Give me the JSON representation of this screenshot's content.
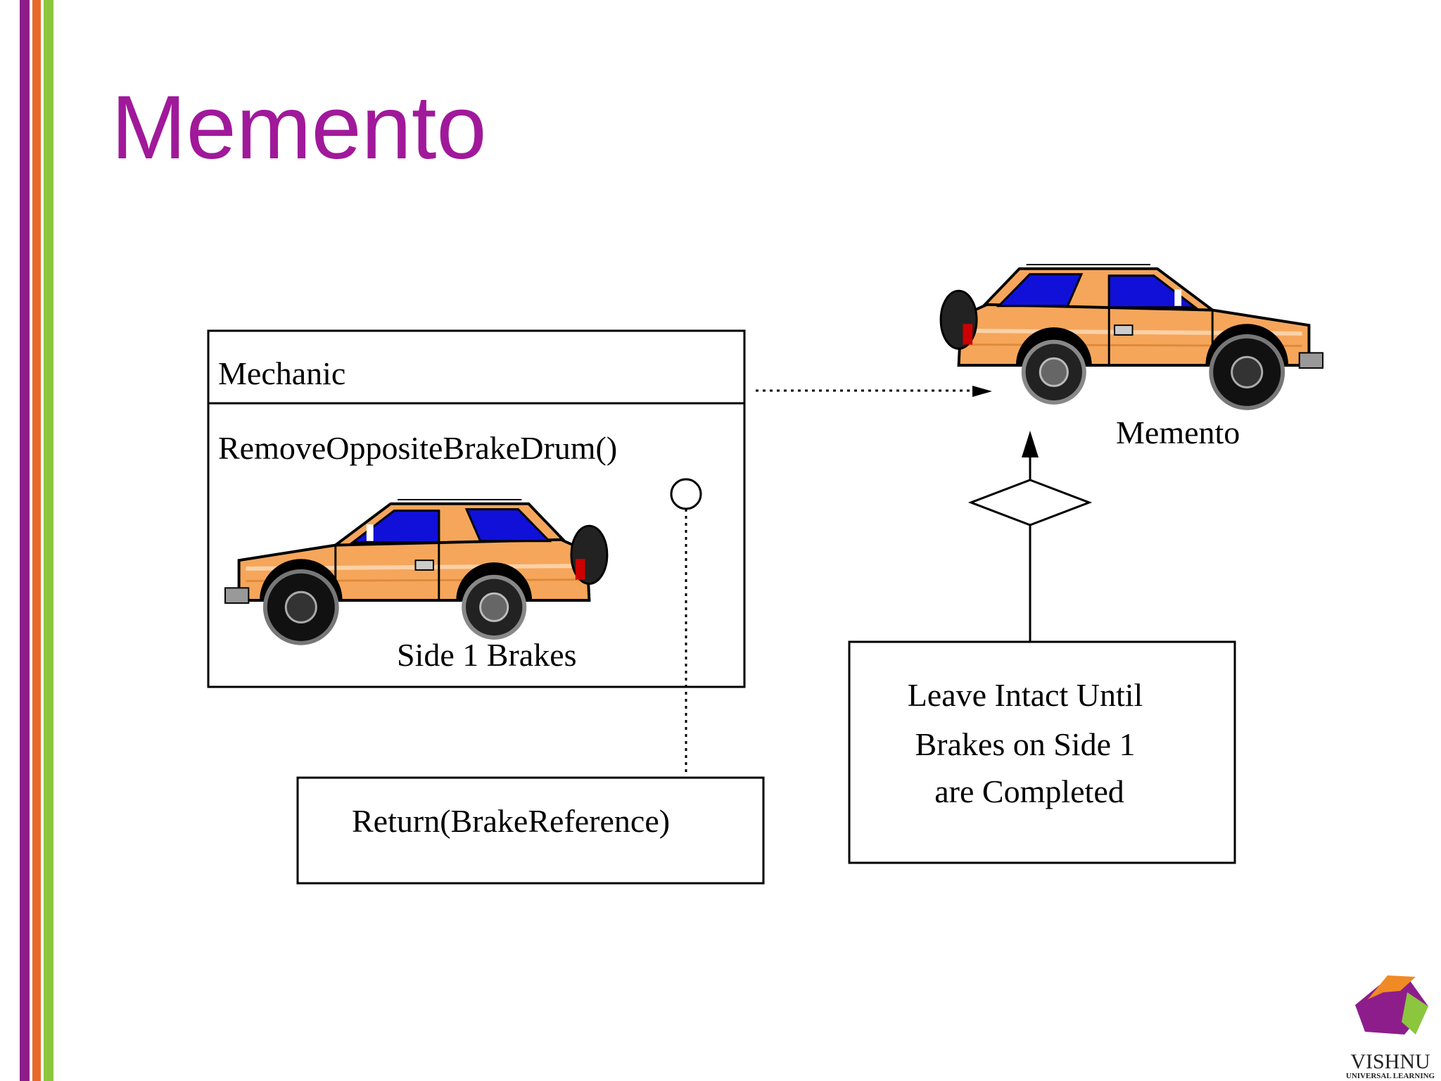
{
  "slide": {
    "title": "Memento",
    "stripe_colors": [
      "#8e1d8c",
      "#e8682a",
      "#8cc63f"
    ],
    "title_color": "#a0199a"
  },
  "diagram": {
    "mechanic_class": {
      "name": "Mechanic",
      "operation": "RemoveOppositeBrakeDrum()",
      "car_caption": "Side 1 Brakes"
    },
    "note_return": {
      "text": "Return(BrakeReference)"
    },
    "memento": {
      "label": "Memento"
    },
    "note_condition": {
      "lines": [
        "Leave Intact Until",
        "Brakes on Side 1",
        "are Completed"
      ]
    },
    "car": {
      "body_color": "#f5a65b",
      "window_color": "#1010d8",
      "tire_color": "#111111"
    }
  },
  "logo": {
    "brand": "VISHNU",
    "tagline": "UNIVERSAL LEARNING"
  }
}
